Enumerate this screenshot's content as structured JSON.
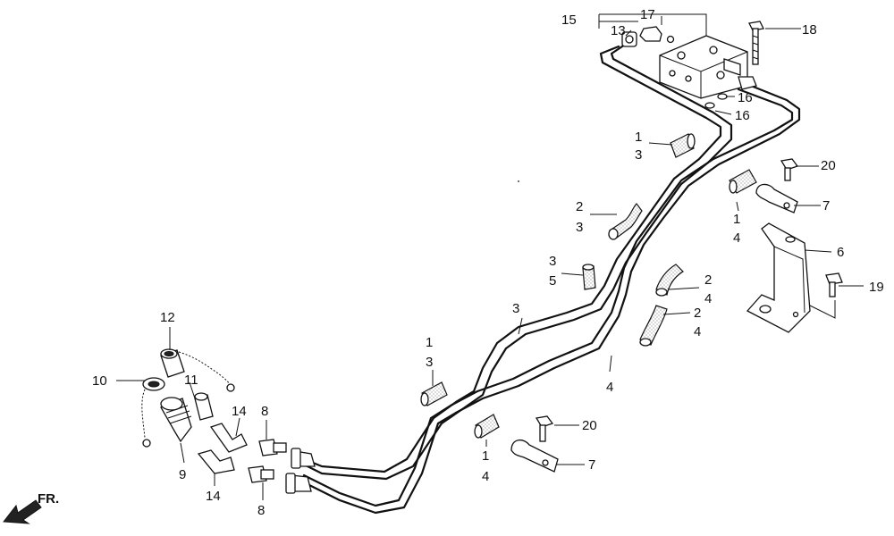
{
  "diagram": {
    "direction_label": "FR.",
    "callouts": [
      {
        "id": "c15",
        "text": "15"
      },
      {
        "id": "c17",
        "text": "17"
      },
      {
        "id": "c13",
        "text": "13"
      },
      {
        "id": "c18",
        "text": "18"
      },
      {
        "id": "c16a",
        "text": "16"
      },
      {
        "id": "c16b",
        "text": "16"
      },
      {
        "id": "c1a",
        "text": "1"
      },
      {
        "id": "c3a",
        "text": "3"
      },
      {
        "id": "c20a",
        "text": "20"
      },
      {
        "id": "c2a",
        "text": "2"
      },
      {
        "id": "c3b",
        "text": "3"
      },
      {
        "id": "c7a",
        "text": "7"
      },
      {
        "id": "c1b",
        "text": "1"
      },
      {
        "id": "c4a",
        "text": "4"
      },
      {
        "id": "c6",
        "text": "6"
      },
      {
        "id": "c3c",
        "text": "3"
      },
      {
        "id": "c5",
        "text": "5"
      },
      {
        "id": "c2b",
        "text": "2"
      },
      {
        "id": "c4b",
        "text": "4"
      },
      {
        "id": "c19",
        "text": "19"
      },
      {
        "id": "c2c",
        "text": "2"
      },
      {
        "id": "c4c",
        "text": "4"
      },
      {
        "id": "c3d",
        "text": "3"
      },
      {
        "id": "c12",
        "text": "12"
      },
      {
        "id": "c1c",
        "text": "1"
      },
      {
        "id": "c3e",
        "text": "3"
      },
      {
        "id": "c10",
        "text": "10"
      },
      {
        "id": "c11",
        "text": "11"
      },
      {
        "id": "c4d",
        "text": "4"
      },
      {
        "id": "c14a",
        "text": "14"
      },
      {
        "id": "c8a",
        "text": "8"
      },
      {
        "id": "c20b",
        "text": "20"
      },
      {
        "id": "c9",
        "text": "9"
      },
      {
        "id": "c1d",
        "text": "1"
      },
      {
        "id": "c4e",
        "text": "4"
      },
      {
        "id": "c7b",
        "text": "7"
      },
      {
        "id": "c14b",
        "text": "14"
      },
      {
        "id": "c8b",
        "text": "8"
      }
    ]
  }
}
